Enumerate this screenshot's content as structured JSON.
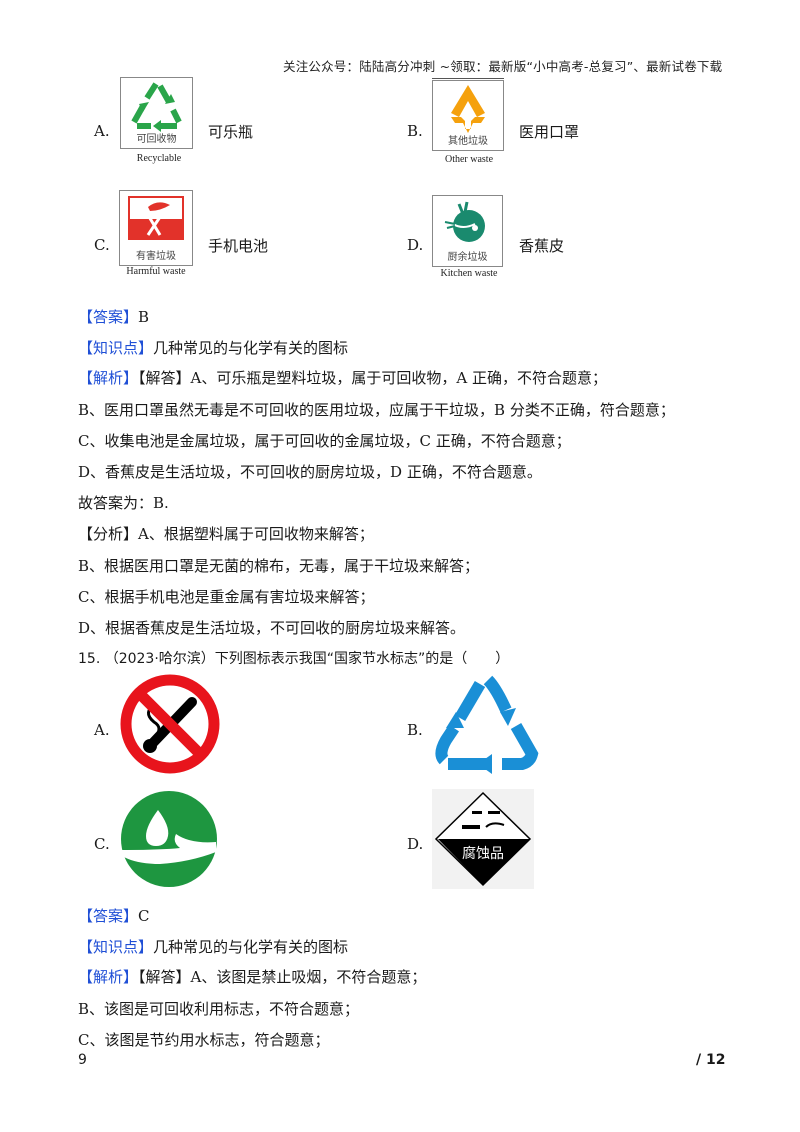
{
  "header": {
    "text": "关注公众号：陆陆高分冲刺  ~领取：最新版“小中高考-总复习”、最新试卷下载"
  },
  "q14": {
    "options": [
      {
        "letter": "A.",
        "label": "可乐瓶",
        "bin_cn": "可回收物",
        "bin_en": "Recyclable",
        "icon": "recyclable-bin-icon",
        "color": "#2aa54a"
      },
      {
        "letter": "B.",
        "label": "医用口罩",
        "bin_cn": "其他垃圾",
        "bin_en": "Other waste",
        "icon": "other-waste-bin-icon",
        "color": "#f5a10d"
      },
      {
        "letter": "C.",
        "label": "手机电池",
        "bin_cn": "有害垃圾",
        "bin_en": "Harmful waste",
        "icon": "harmful-waste-bin-icon",
        "color": "#e2322a"
      },
      {
        "letter": "D.",
        "label": "香蕉皮",
        "bin_cn": "厨余垃圾",
        "bin_en": "Kitchen waste",
        "icon": "kitchen-waste-bin-icon",
        "color": "#1a8a6e"
      }
    ],
    "answer_tag": "【答案】",
    "answer": "B",
    "knowledge_tag": "【知识点】",
    "knowledge": "几种常见的与化学有关的图标",
    "analysis_tag": "【解析】",
    "analysis_lines": [
      "【解答】A、可乐瓶是塑料垃圾，属于可回收物，A 正确，不符合题意；",
      "B、医用口罩虽然无毒是不可回收的医用垃圾，应属于干垃圾，B 分类不正确，符合题意；",
      "C、收集电池是金属垃圾，属于可回收的金属垃圾，C 正确，不符合题意；",
      "D、香蕉皮是生活垃圾，不可回收的厨房垃圾，D 正确，不符合题意。",
      "故答案为：B.",
      "【分析】A、根据塑料属于可回收物来解答；",
      "B、根据医用口罩是无菌的棉布，无毒，属于干垃圾来解答；",
      "C、根据手机电池是重金属有害垃圾来解答；",
      "D、根据香蕉皮是生活垃圾，不可回收的厨房垃圾来解答。"
    ]
  },
  "q15": {
    "stem": "15. （2023·哈尔滨）下列图标表示我国“国家节水标志”的是（　　）",
    "options": [
      {
        "letter": "A.",
        "icon": "no-smoking-icon",
        "color": "#e8141c"
      },
      {
        "letter": "B.",
        "icon": "recycle-icon",
        "color": "#1a8fd6"
      },
      {
        "letter": "C.",
        "icon": "water-saving-icon",
        "color": "#1e9640"
      },
      {
        "letter": "D.",
        "icon": "corrosive-icon",
        "label": "腐蚀品",
        "color": "#000000"
      }
    ],
    "answer_tag": "【答案】",
    "answer": "C",
    "knowledge_tag": "【知识点】",
    "knowledge": "几种常见的与化学有关的图标",
    "analysis_tag": "【解析】",
    "analysis_lines": [
      "【解答】A、该图是禁止吸烟，不符合题意；",
      "B、该图是可回收利用标志，不符合题意；",
      "C、该图是节约用水标志，符合题意；"
    ]
  },
  "footer": {
    "page": "9",
    "total": "/ 12"
  },
  "colors": {
    "tag_blue": "#1f4fd6"
  }
}
